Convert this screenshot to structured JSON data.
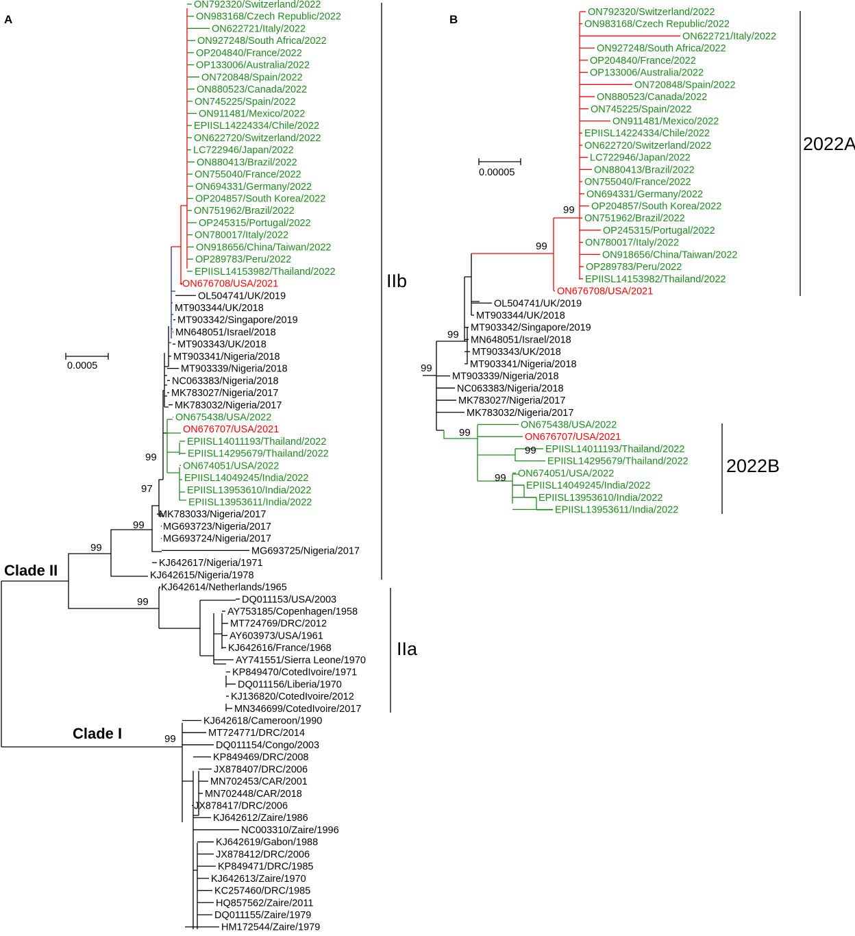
{
  "colors": {
    "black": "#000000",
    "red": "#ff0000",
    "green": "#1e8a1e",
    "blue": "#1f2f8f"
  },
  "panel_a": {
    "label": "A",
    "scale_label": "0.0005",
    "clade_ii": "Clade II",
    "clade_i": "Clade I",
    "bracket_iib": "IIb",
    "bracket_iia": "IIa",
    "bootstrap": [
      "99",
      "97",
      "99",
      "99",
      "99",
      "99"
    ],
    "leaves": [
      {
        "label": "ON792320/Switzerland/2022",
        "color": "green"
      },
      {
        "label": "ON983168/Czech Republic/2022",
        "color": "green"
      },
      {
        "label": "ON622721/Italy/2022",
        "color": "green"
      },
      {
        "label": "ON927248/South Africa/2022",
        "color": "green"
      },
      {
        "label": "OP204840/France/2022",
        "color": "green"
      },
      {
        "label": "OP133006/Australia/2022",
        "color": "green"
      },
      {
        "label": "ON720848/Spain/2022",
        "color": "green"
      },
      {
        "label": "ON880523/Canada/2022",
        "color": "green"
      },
      {
        "label": "ON745225/Spain/2022",
        "color": "green"
      },
      {
        "label": "ON911481/Mexico/2022",
        "color": "green"
      },
      {
        "label": "EPIISL14224334/Chile/2022",
        "color": "green"
      },
      {
        "label": "ON622720/Switzerland/2022",
        "color": "green"
      },
      {
        "label": "LC722946/Japan/2022",
        "color": "green"
      },
      {
        "label": "ON880413/Brazil/2022",
        "color": "green"
      },
      {
        "label": "ON755040/France/2022",
        "color": "green"
      },
      {
        "label": "ON694331/Germany/2022",
        "color": "green"
      },
      {
        "label": "OP204857/South Korea/2022",
        "color": "green"
      },
      {
        "label": "ON751962/Brazil/2022",
        "color": "green"
      },
      {
        "label": "OP245315/Portugal/2022",
        "color": "green"
      },
      {
        "label": "ON780017/Italy/2022",
        "color": "green"
      },
      {
        "label": "ON918656/China/Taiwan/2022",
        "color": "green"
      },
      {
        "label": "OP289783/Peru/2022",
        "color": "green"
      },
      {
        "label": "EPIISL14153982/Thailand/2022",
        "color": "green"
      },
      {
        "label": "ON676708/USA/2021",
        "color": "red"
      },
      {
        "label": "OL504741/UK/2019",
        "color": "black"
      },
      {
        "label": "MT903344/UK/2018",
        "color": "black"
      },
      {
        "label": "MT903342/Singapore/2019",
        "color": "black"
      },
      {
        "label": "MN648051/Israel/2018",
        "color": "black"
      },
      {
        "label": "MT903343/UK/2018",
        "color": "black"
      },
      {
        "label": "MT903341/Nigeria/2018",
        "color": "black"
      },
      {
        "label": "MT903339/Nigeria/2018",
        "color": "black"
      },
      {
        "label": "NC063383/Nigeria/2018",
        "color": "black"
      },
      {
        "label": "MK783027/Nigeria/2017",
        "color": "black"
      },
      {
        "label": "MK783032/Nigeria/2017",
        "color": "black"
      },
      {
        "label": "ON675438/USA/2022",
        "color": "green"
      },
      {
        "label": "ON676707/USA/2021",
        "color": "red"
      },
      {
        "label": "EPIISL14011193/Thailand/2022",
        "color": "green"
      },
      {
        "label": "EPIISL14295679/Thailand/2022",
        "color": "green"
      },
      {
        "label": "ON674051/USA/2022",
        "color": "green"
      },
      {
        "label": "EPIISL14049245/India/2022",
        "color": "green"
      },
      {
        "label": "EPIISL13953610/India/2022",
        "color": "green"
      },
      {
        "label": "EPIISL13953611/India/2022",
        "color": "green"
      },
      {
        "label": "MK783033/Nigeria/2017",
        "color": "black"
      },
      {
        "label": "MG693723/Nigeria/2017",
        "color": "black"
      },
      {
        "label": "MG693724/Nigeria/2017",
        "color": "black"
      },
      {
        "label": "MG693725/Nigeria/2017",
        "color": "black"
      },
      {
        "label": "KJ642617/Nigeria/1971",
        "color": "black"
      },
      {
        "label": "KJ642615/Nigeria/1978",
        "color": "black"
      },
      {
        "label": "KJ642614/Netherlands/1965",
        "color": "black"
      },
      {
        "label": "DQ011153/USA/2003",
        "color": "black"
      },
      {
        "label": "AY753185/Copenhagen/1958",
        "color": "black"
      },
      {
        "label": "MT724769/DRC/2012",
        "color": "black"
      },
      {
        "label": "AY603973/USA/1961",
        "color": "black"
      },
      {
        "label": "KJ642616/France/1968",
        "color": "black"
      },
      {
        "label": "AY741551/Sierra Leone/1970",
        "color": "black"
      },
      {
        "label": "KP849470/CotedIvoire/1971",
        "color": "black"
      },
      {
        "label": "DQ011156/Liberia/1970",
        "color": "black"
      },
      {
        "label": "KJ136820/CotedIvoire/2012",
        "color": "black"
      },
      {
        "label": "MN346699/CotedIvoire/2017",
        "color": "black"
      },
      {
        "label": "KJ642618/Cameroon/1990",
        "color": "black"
      },
      {
        "label": "MT724771/DRC/2014",
        "color": "black"
      },
      {
        "label": "DQ011154/Congo/2003",
        "color": "black"
      },
      {
        "label": "KP849469/DRC/2008",
        "color": "black"
      },
      {
        "label": "JX878407/DRC/2006",
        "color": "black"
      },
      {
        "label": "MN702453/CAR/2001",
        "color": "black"
      },
      {
        "label": "MN702448/CAR/2018",
        "color": "black"
      },
      {
        "label": "JX878417/DRC/2006",
        "color": "black"
      },
      {
        "label": "KJ642612/Zaire/1986",
        "color": "black"
      },
      {
        "label": "NC003310/Zaire/1996",
        "color": "black"
      },
      {
        "label": "KJ642619/Gabon/1988",
        "color": "black"
      },
      {
        "label": "JX878412/DRC/2006",
        "color": "black"
      },
      {
        "label": "KP849471/DRC/1985",
        "color": "black"
      },
      {
        "label": "KJ642613/Zaire/1970",
        "color": "black"
      },
      {
        "label": "KC257460/DRC/1985",
        "color": "black"
      },
      {
        "label": "HQ857562/Zaire/2011",
        "color": "black"
      },
      {
        "label": "DQ011155/Zaire/1979",
        "color": "black"
      },
      {
        "label": "HM172544/Zaire/1979",
        "color": "black"
      }
    ]
  },
  "panel_b": {
    "label": "B",
    "scale_label": "0.00005",
    "bracket_a": "2022A",
    "bracket_b": "2022B",
    "bootstrap": [
      "99",
      "99",
      "99",
      "99",
      "99",
      "99",
      "99"
    ],
    "leaves": [
      {
        "label": "ON792320/Switzerland/2022",
        "color": "green"
      },
      {
        "label": "ON983168/Czech Republic/2022",
        "color": "green"
      },
      {
        "label": "ON622721/Italy/2022",
        "color": "green"
      },
      {
        "label": "ON927248/South Africa/2022",
        "color": "green"
      },
      {
        "label": "OP204840/France/2022",
        "color": "green"
      },
      {
        "label": "OP133006/Australia/2022",
        "color": "green"
      },
      {
        "label": "ON720848/Spain/2022",
        "color": "green"
      },
      {
        "label": "ON880523/Canada/2022",
        "color": "green"
      },
      {
        "label": "ON745225/Spain/2022",
        "color": "green"
      },
      {
        "label": "ON911481/Mexico/2022",
        "color": "green"
      },
      {
        "label": "EPIISL14224334/Chile/2022",
        "color": "green"
      },
      {
        "label": "ON622720/Switzerland/2022",
        "color": "green"
      },
      {
        "label": "LC722946/Japan/2022",
        "color": "green"
      },
      {
        "label": "ON880413/Brazil/2022",
        "color": "green"
      },
      {
        "label": "ON755040/France/2022",
        "color": "green"
      },
      {
        "label": "ON694331/Germany/2022",
        "color": "green"
      },
      {
        "label": "OP204857/South Korea/2022",
        "color": "green"
      },
      {
        "label": "ON751962/Brazil/2022",
        "color": "green"
      },
      {
        "label": "OP245315/Portugal/2022",
        "color": "green"
      },
      {
        "label": "ON780017/Italy/2022",
        "color": "green"
      },
      {
        "label": "ON918656/China/Taiwan/2022",
        "color": "green"
      },
      {
        "label": "OP289783/Peru/2022",
        "color": "green"
      },
      {
        "label": "EPIISL14153982/Thailand/2022",
        "color": "green"
      },
      {
        "label": "ON676708/USA/2021",
        "color": "red"
      },
      {
        "label": "OL504741/UK/2019",
        "color": "black"
      },
      {
        "label": "MT903344/UK/2018",
        "color": "black"
      },
      {
        "label": "MT903342/Singapore/2019",
        "color": "black"
      },
      {
        "label": "MN648051/Israel/2018",
        "color": "black"
      },
      {
        "label": "MT903343/UK/2018",
        "color": "black"
      },
      {
        "label": "MT903341/Nigeria/2018",
        "color": "black"
      },
      {
        "label": "MT903339/Nigeria/2018",
        "color": "black"
      },
      {
        "label": "NC063383/Nigeria/2018",
        "color": "black"
      },
      {
        "label": "MK783027/Nigeria/2017",
        "color": "black"
      },
      {
        "label": "MK783032/Nigeria/2017",
        "color": "black"
      },
      {
        "label": "ON675438/USA/2022",
        "color": "green"
      },
      {
        "label": "ON676707/USA/2021",
        "color": "red"
      },
      {
        "label": "EPIISL14011193/Thailand/2022",
        "color": "green"
      },
      {
        "label": "EPIISL14295679/Thailand/2022",
        "color": "green"
      },
      {
        "label": "ON674051/USA/2022",
        "color": "green"
      },
      {
        "label": "EPIISL14049245/India/2022",
        "color": "green"
      },
      {
        "label": "EPIISL13953610/India/2022",
        "color": "green"
      },
      {
        "label": "EPIISL13953611/India/2022",
        "color": "green"
      }
    ]
  }
}
